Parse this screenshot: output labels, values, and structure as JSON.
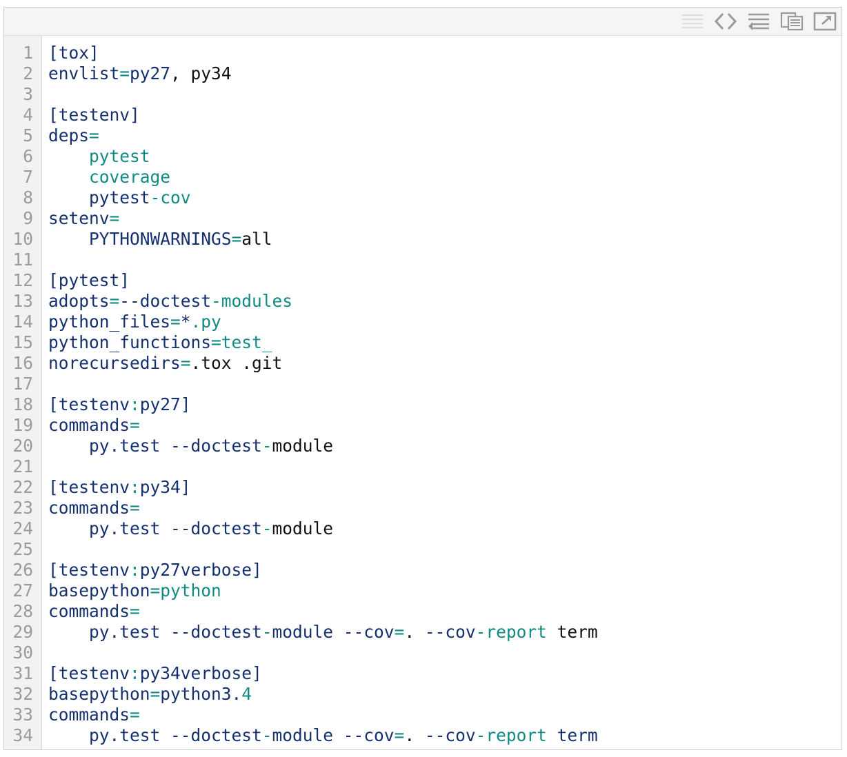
{
  "toolbar": {
    "icons": [
      "disabled-lines-icon",
      "source-code-icon",
      "wrap-lines-icon",
      "copy-icon",
      "popout-icon"
    ]
  },
  "colors": {
    "line_number": "#9a9a9a",
    "code_dark_blue": "#14306e",
    "code_teal": "#118a84",
    "code_black": "#111111",
    "gutter_bg": "#f2f2f2",
    "toolbar_bg": "#f5f5f5"
  },
  "editor": {
    "lines": [
      {
        "n": "1",
        "t": [
          {
            "s": "[tox]",
            "c": "b"
          }
        ]
      },
      {
        "n": "2",
        "t": [
          {
            "s": "envlist",
            "c": "b"
          },
          {
            "s": "=",
            "c": "t"
          },
          {
            "s": "py27",
            "c": "b"
          },
          {
            "s": ", py34",
            "c": "k"
          }
        ]
      },
      {
        "n": "3",
        "t": []
      },
      {
        "n": "4",
        "t": [
          {
            "s": "[testenv]",
            "c": "b"
          }
        ]
      },
      {
        "n": "5",
        "t": [
          {
            "s": "deps",
            "c": "b"
          },
          {
            "s": "=",
            "c": "t"
          }
        ]
      },
      {
        "n": "6",
        "t": [
          {
            "s": "    pytest",
            "c": "t"
          }
        ]
      },
      {
        "n": "7",
        "t": [
          {
            "s": "    coverage",
            "c": "t"
          }
        ]
      },
      {
        "n": "8",
        "t": [
          {
            "s": "    pytest",
            "c": "b"
          },
          {
            "s": "-cov",
            "c": "t"
          }
        ]
      },
      {
        "n": "9",
        "t": [
          {
            "s": "setenv",
            "c": "b"
          },
          {
            "s": "=",
            "c": "t"
          }
        ]
      },
      {
        "n": "10",
        "t": [
          {
            "s": "    PYTHONWARNINGS",
            "c": "b"
          },
          {
            "s": "=",
            "c": "t"
          },
          {
            "s": "all",
            "c": "k"
          }
        ]
      },
      {
        "n": "11",
        "t": []
      },
      {
        "n": "12",
        "t": [
          {
            "s": "[pytest]",
            "c": "b"
          }
        ]
      },
      {
        "n": "13",
        "t": [
          {
            "s": "adopts",
            "c": "b"
          },
          {
            "s": "=",
            "c": "t"
          },
          {
            "s": "--doctest",
            "c": "b"
          },
          {
            "s": "-modules",
            "c": "t"
          }
        ]
      },
      {
        "n": "14",
        "t": [
          {
            "s": "python_files",
            "c": "b"
          },
          {
            "s": "=",
            "c": "t"
          },
          {
            "s": "*",
            "c": "b"
          },
          {
            "s": ".py",
            "c": "t"
          }
        ]
      },
      {
        "n": "15",
        "t": [
          {
            "s": "python_functions",
            "c": "b"
          },
          {
            "s": "=",
            "c": "t"
          },
          {
            "s": "test_",
            "c": "t"
          }
        ]
      },
      {
        "n": "16",
        "t": [
          {
            "s": "norecursedirs",
            "c": "b"
          },
          {
            "s": "=",
            "c": "t"
          },
          {
            "s": ".tox .git",
            "c": "k"
          }
        ]
      },
      {
        "n": "17",
        "t": []
      },
      {
        "n": "18",
        "t": [
          {
            "s": "[testenv",
            "c": "b"
          },
          {
            "s": ":",
            "c": "t"
          },
          {
            "s": "py27]",
            "c": "b"
          }
        ]
      },
      {
        "n": "19",
        "t": [
          {
            "s": "commands",
            "c": "b"
          },
          {
            "s": "=",
            "c": "t"
          }
        ]
      },
      {
        "n": "20",
        "t": [
          {
            "s": "    py.test --doctest",
            "c": "b"
          },
          {
            "s": "-",
            "c": "t"
          },
          {
            "s": "module",
            "c": "k"
          }
        ]
      },
      {
        "n": "21",
        "t": []
      },
      {
        "n": "22",
        "t": [
          {
            "s": "[testenv",
            "c": "b"
          },
          {
            "s": ":",
            "c": "t"
          },
          {
            "s": "py34]",
            "c": "b"
          }
        ]
      },
      {
        "n": "23",
        "t": [
          {
            "s": "commands",
            "c": "b"
          },
          {
            "s": "=",
            "c": "t"
          }
        ]
      },
      {
        "n": "24",
        "t": [
          {
            "s": "    py.test --doctest",
            "c": "b"
          },
          {
            "s": "-",
            "c": "t"
          },
          {
            "s": "module",
            "c": "k"
          }
        ]
      },
      {
        "n": "25",
        "t": []
      },
      {
        "n": "26",
        "t": [
          {
            "s": "[testenv",
            "c": "b"
          },
          {
            "s": ":",
            "c": "t"
          },
          {
            "s": "py27verbose]",
            "c": "b"
          }
        ]
      },
      {
        "n": "27",
        "t": [
          {
            "s": "basepython",
            "c": "b"
          },
          {
            "s": "=",
            "c": "t"
          },
          {
            "s": "python",
            "c": "t"
          }
        ]
      },
      {
        "n": "28",
        "t": [
          {
            "s": "commands",
            "c": "b"
          },
          {
            "s": "=",
            "c": "t"
          }
        ]
      },
      {
        "n": "29",
        "t": [
          {
            "s": "    py.test --doctest",
            "c": "b"
          },
          {
            "s": "-",
            "c": "t"
          },
          {
            "s": "module --cov",
            "c": "b"
          },
          {
            "s": "=",
            "c": "t"
          },
          {
            "s": ". ",
            "c": "k"
          },
          {
            "s": "--cov",
            "c": "b"
          },
          {
            "s": "-report",
            "c": "t"
          },
          {
            "s": " term",
            "c": "k"
          }
        ]
      },
      {
        "n": "30",
        "t": []
      },
      {
        "n": "31",
        "t": [
          {
            "s": "[testenv",
            "c": "b"
          },
          {
            "s": ":",
            "c": "t"
          },
          {
            "s": "py34verbose]",
            "c": "b"
          }
        ]
      },
      {
        "n": "32",
        "t": [
          {
            "s": "basepython",
            "c": "b"
          },
          {
            "s": "=",
            "c": "t"
          },
          {
            "s": "python3.",
            "c": "b"
          },
          {
            "s": "4",
            "c": "t"
          }
        ]
      },
      {
        "n": "33",
        "t": [
          {
            "s": "commands",
            "c": "b"
          },
          {
            "s": "=",
            "c": "t"
          }
        ]
      },
      {
        "n": "34",
        "t": [
          {
            "s": "    py.test --doctest",
            "c": "b"
          },
          {
            "s": "-",
            "c": "t"
          },
          {
            "s": "module --cov",
            "c": "b"
          },
          {
            "s": "=",
            "c": "t"
          },
          {
            "s": ". ",
            "c": "k"
          },
          {
            "s": "--cov",
            "c": "b"
          },
          {
            "s": "-report",
            "c": "t"
          },
          {
            "s": " term",
            "c": "b"
          }
        ]
      }
    ]
  }
}
